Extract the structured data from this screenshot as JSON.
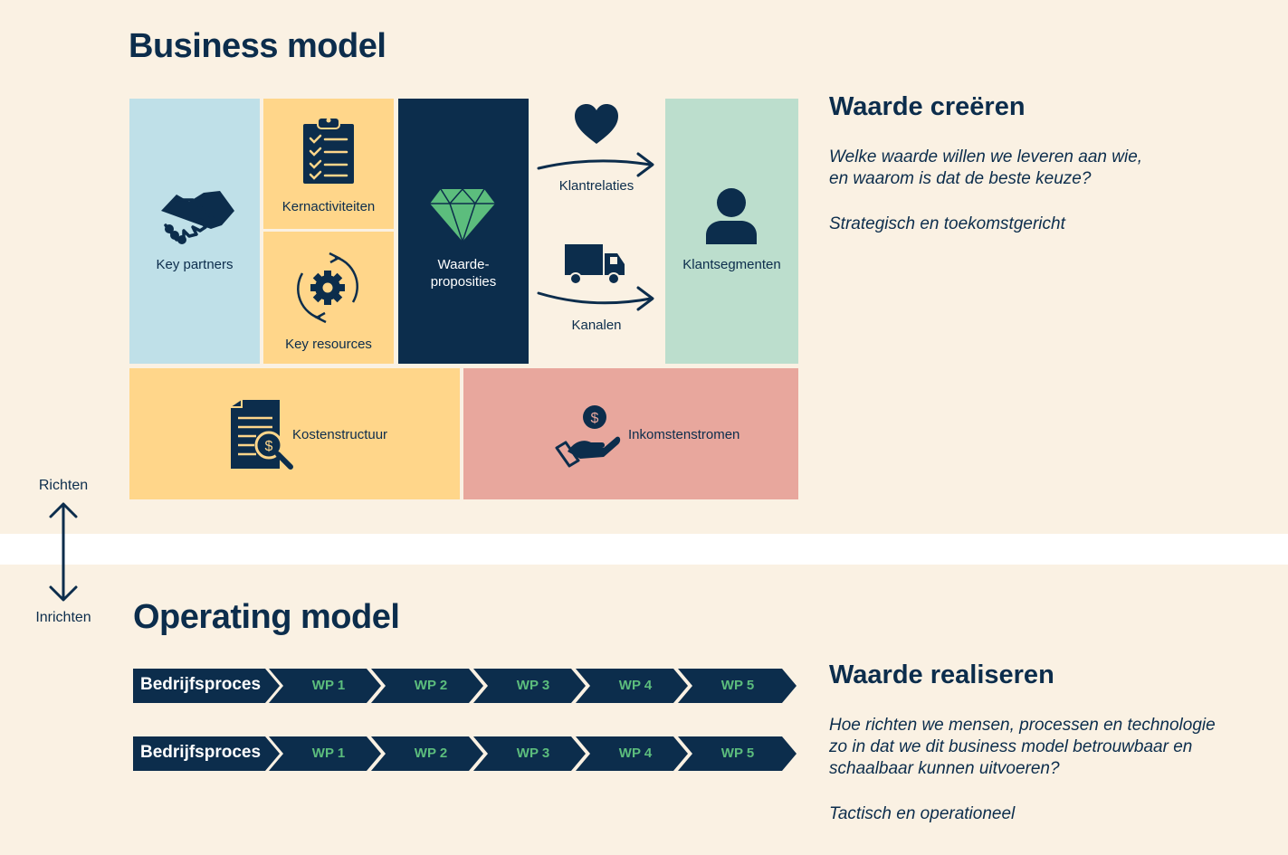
{
  "titles": {
    "business_model": "Business model",
    "operating_model": "Operating model"
  },
  "canvas": {
    "key_partners": "Key partners",
    "kernactiviteiten": "Kernactiviteiten",
    "key_resources": "Key resources",
    "waardeproposities_line1": "Waarde-",
    "waardeproposities_line2": "proposities",
    "klantrelaties": "Klantrelaties",
    "kanalen": "Kanalen",
    "klantsegmenten": "Klantsegmenten",
    "kostenstructuur": "Kostenstructuur",
    "inkomstenstromen": "Inkomstenstromen"
  },
  "waarde_creeren": {
    "heading": "Waarde creëren",
    "question_line1": "Welke waarde willen we leveren aan wie,",
    "question_line2": "en waarom is dat de beste keuze?",
    "tagline": "Strategisch en toekomstgericht"
  },
  "waarde_realiseren": {
    "heading": "Waarde realiseren",
    "question_line1": "Hoe richten we mensen, processen en technologie",
    "question_line2": "zo in dat we dit  business model betrouwbaar en",
    "question_line3": "schaalbaar kunnen uitvoeren?",
    "tagline": "Tactisch en operationeel"
  },
  "axis": {
    "top": "Richten",
    "bottom": "Inrichten"
  },
  "processes": [
    {
      "label": "Bedrijfsproces",
      "steps": [
        "WP 1",
        "WP 2",
        "WP 3",
        "WP 4",
        "WP 5"
      ]
    },
    {
      "label": "Bedrijfsproces",
      "steps": [
        "WP 1",
        "WP 2",
        "WP 3",
        "WP 4",
        "WP 5"
      ]
    }
  ],
  "colors": {
    "navy": "#0c2d4c",
    "light_blue": "#bfe0e8",
    "yellow": "#ffd68a",
    "mint": "#bcdecd",
    "salmon": "#e8a79d",
    "green": "#5cbd7d",
    "cream": "#faf1e3"
  },
  "icons": [
    "handshake-icon",
    "clipboard-icon",
    "gear-cycle-icon",
    "diamond-icon",
    "heart-icon",
    "truck-icon",
    "person-icon",
    "document-dollar-icon",
    "hand-coin-icon"
  ]
}
